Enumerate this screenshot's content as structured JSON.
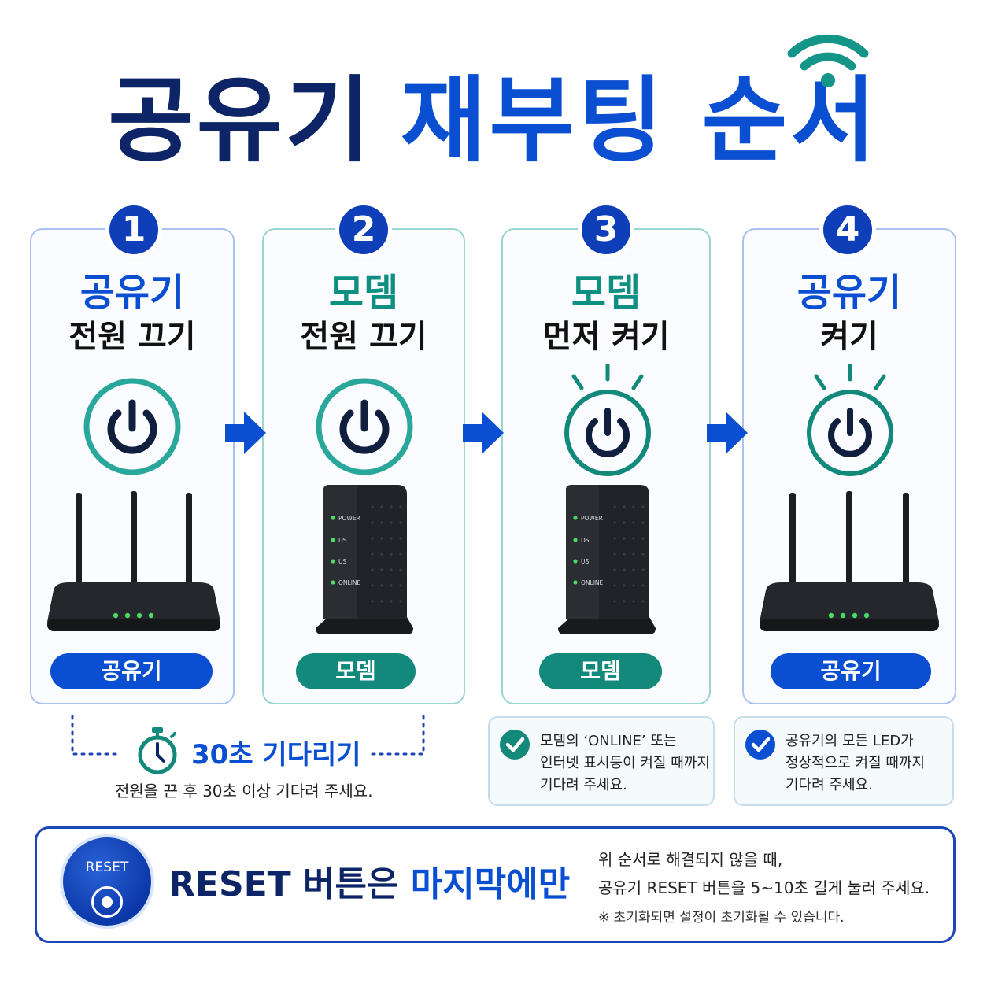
{
  "title": {
    "part1": "공유기",
    "part2": "재부팅 순서"
  },
  "steps": [
    {
      "number": "1",
      "title": "공유기",
      "subtitle": "전원 끄기",
      "device_label": "공유기",
      "device": "router",
      "power_state": "off"
    },
    {
      "number": "2",
      "title": "모뎀",
      "subtitle": "전원 끄기",
      "device_label": "모뎀",
      "device": "modem",
      "power_state": "off"
    },
    {
      "number": "3",
      "title": "모뎀",
      "subtitle": "먼저 켜기",
      "device_label": "모뎀",
      "device": "modem",
      "power_state": "on"
    },
    {
      "number": "4",
      "title": "공유기",
      "subtitle": "켜기",
      "device_label": "공유기",
      "device": "router",
      "power_state": "on"
    }
  ],
  "modem_leds": [
    "POWER",
    "DS",
    "US",
    "ONLINE"
  ],
  "wait": {
    "title": "30초 기다리기",
    "description": "전원을 끈 후 30초 이상 기다려 주세요."
  },
  "notes": [
    {
      "lines": [
        "모뎀의 ‘ONLINE’ 또는",
        "인터넷 표시등이 켜질 때까지",
        "기다려 주세요."
      ]
    },
    {
      "lines": [
        "공유기의 모든 LED가",
        "정상적으로 켜질 때까지",
        "기다려 주세요."
      ]
    }
  ],
  "reset": {
    "button_label": "RESET",
    "headline_part1": "RESET 버튼은",
    "headline_part2": "마지막에만",
    "desc_line1": "위 순서로 해결되지 않을 때,",
    "desc_line2": "공유기 RESET 버튼을 5~10초 길게 눌러 주세요.",
    "warning": "※ 초기화되면 설정이 초기화될 수 있습니다."
  },
  "colors": {
    "navy": "#0d2466",
    "blue": "#0a4fd1",
    "teal": "#12897a",
    "power_ring": "#2aa79b",
    "led": "#4cd964"
  }
}
